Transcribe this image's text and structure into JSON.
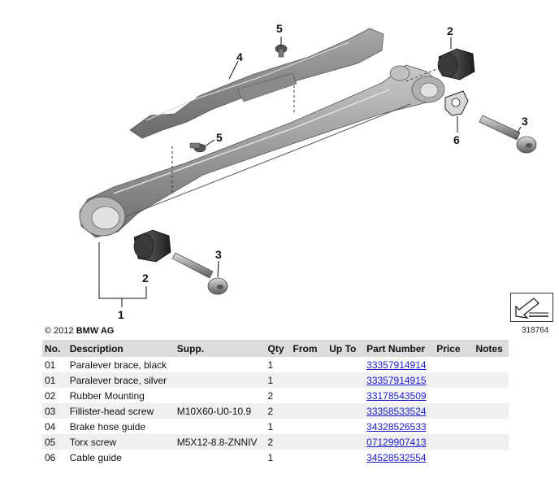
{
  "diagram": {
    "callouts": [
      "1",
      "2",
      "2",
      "3",
      "3",
      "4",
      "5",
      "5",
      "6"
    ],
    "copyright_symbol": "©",
    "copyright_year": "2012",
    "copyright_owner": "BMW AG",
    "diagram_id": "318764",
    "nav_icon": "arrow-nav-icon"
  },
  "table": {
    "headers": {
      "no": "No.",
      "description": "Description",
      "supp": "Supp.",
      "qty": "Qty",
      "from": "From",
      "up_to": "Up To",
      "part_number": "Part Number",
      "price": "Price",
      "notes": "Notes"
    },
    "rows": [
      {
        "no": "01",
        "description": "Paralever brace, black",
        "supp": "",
        "qty": "1",
        "from": "",
        "up_to": "",
        "part_number": "33357914914",
        "price": "",
        "notes": ""
      },
      {
        "no": "01",
        "description": "Paralever brace, silver",
        "supp": "",
        "qty": "1",
        "from": "",
        "up_to": "",
        "part_number": "33357914915",
        "price": "",
        "notes": ""
      },
      {
        "no": "02",
        "description": "Rubber Mounting",
        "supp": "",
        "qty": "2",
        "from": "",
        "up_to": "",
        "part_number": "33178543509",
        "price": "",
        "notes": ""
      },
      {
        "no": "03",
        "description": "Fillister-head screw",
        "supp": "M10X60-U0-10.9",
        "qty": "2",
        "from": "",
        "up_to": "",
        "part_number": "33358533524",
        "price": "",
        "notes": ""
      },
      {
        "no": "04",
        "description": "Brake hose guide",
        "supp": "",
        "qty": "1",
        "from": "",
        "up_to": "",
        "part_number": "34328526533",
        "price": "",
        "notes": ""
      },
      {
        "no": "05",
        "description": "Torx screw",
        "supp": "M5X12-8.8-ZNNIV",
        "qty": "2",
        "from": "",
        "up_to": "",
        "part_number": "07129907413",
        "price": "",
        "notes": ""
      },
      {
        "no": "06",
        "description": "Cable guide",
        "supp": "",
        "qty": "1",
        "from": "",
        "up_to": "",
        "part_number": "34528532554",
        "price": "",
        "notes": ""
      }
    ]
  }
}
